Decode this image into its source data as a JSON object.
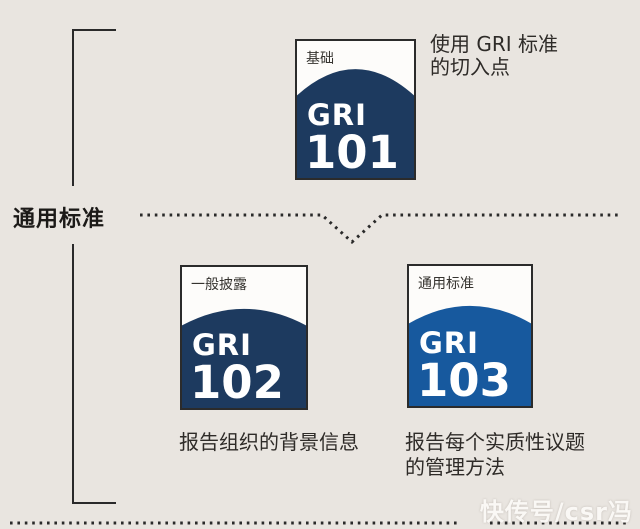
{
  "page": {
    "background": "#e9e5e0",
    "group_label": "通用标准",
    "watermark": "快传号/csr冯"
  },
  "colors": {
    "navy": "#1d3a5f",
    "bright_blue": "#17599e",
    "line": "#2a2a2a",
    "text": "#2e2b28",
    "card_bg": "#fdfcfa",
    "card_border": "#2b2b2b"
  },
  "cards": [
    {
      "id": "gri-101",
      "tag": "基础",
      "brand": "GRI",
      "number": "101",
      "color": "#1d3a5f",
      "annotation": "使用 GRI 标准\n的切入点"
    },
    {
      "id": "gri-102",
      "tag": "一般披露",
      "brand": "GRI",
      "number": "102",
      "color": "#1d3a5f",
      "caption": "报告组织的背景信息"
    },
    {
      "id": "gri-103",
      "tag": "通用标准",
      "brand": "GRI",
      "number": "103",
      "color": "#17599e",
      "caption": "报告每个实质性议题\n的管理方法"
    }
  ]
}
